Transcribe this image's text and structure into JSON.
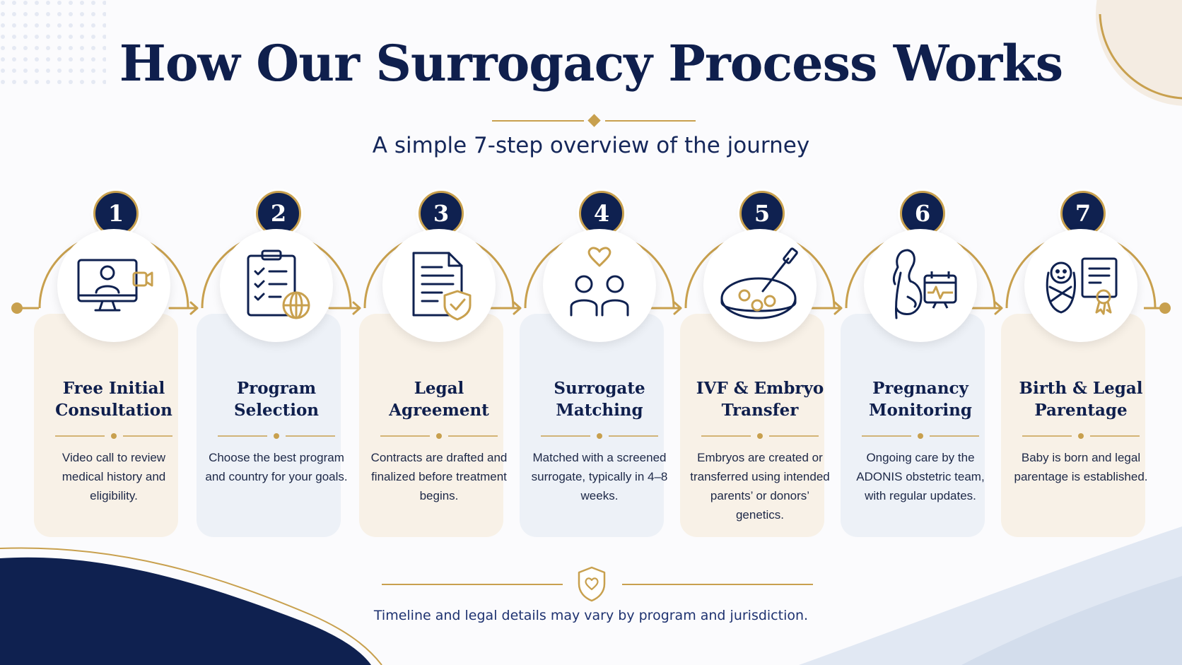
{
  "header": {
    "title": "How Our Surrogacy Process Works",
    "subtitle": "A simple 7-step overview of the journey"
  },
  "steps": [
    {
      "number": "1",
      "title": "Free Initial\nConsultation",
      "description": "Video call to review medical history and eligibility.",
      "icon": "video-call-icon",
      "card_tone": "beige"
    },
    {
      "number": "2",
      "title": "Program\nSelection",
      "description": "Choose the best program and country for your goals.",
      "icon": "checklist-globe-icon",
      "card_tone": "blue"
    },
    {
      "number": "3",
      "title": "Legal\nAgreement",
      "description": "Contracts are drafted and finalized before treatment begins.",
      "icon": "contract-shield-icon",
      "card_tone": "beige"
    },
    {
      "number": "4",
      "title": "Surrogate\nMatching",
      "description": "Matched with a screened surrogate, typically in 4–8 weeks.",
      "icon": "people-heart-icon",
      "card_tone": "blue"
    },
    {
      "number": "5",
      "title": "IVF & Embryo\nTransfer",
      "description": "Embryos are created or transferred using intended parents’ or donors’ genetics.",
      "icon": "petri-dish-icon",
      "card_tone": "beige"
    },
    {
      "number": "6",
      "title": "Pregnancy\nMonitoring",
      "description": "Ongoing care by the ADONIS obstetric team, with regular updates.",
      "icon": "pregnancy-monitor-icon",
      "card_tone": "blue"
    },
    {
      "number": "7",
      "title": "Birth & Legal\nParentage",
      "description": "Baby is born and legal parentage is established.",
      "icon": "baby-certificate-icon",
      "card_tone": "beige"
    }
  ],
  "footer": {
    "note": "Timeline and legal details may vary by program and jurisdiction.",
    "icon": "shield-heart-icon"
  },
  "colors": {
    "navy": "#0f2150",
    "gold": "#c8a04e",
    "beige_card": "#f8f1e7",
    "blue_card": "#edf1f7"
  }
}
